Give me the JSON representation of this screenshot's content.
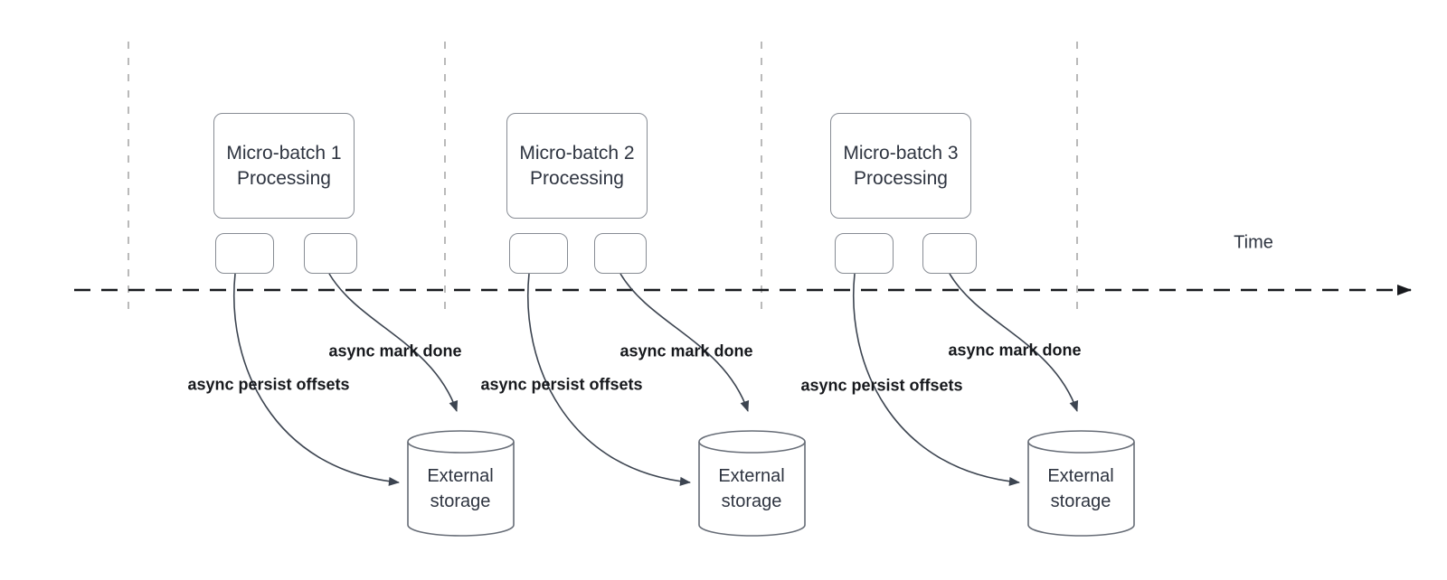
{
  "diagram": {
    "time_label": "Time",
    "groups": [
      {
        "batch": "Micro-batch 1 Processing",
        "persist": "async persist offsets",
        "done": "async mark done",
        "storage": "External storage"
      },
      {
        "batch": "Micro-batch 2 Processing",
        "persist": "async persist offsets",
        "done": "async mark done",
        "storage": "External storage"
      },
      {
        "batch": "Micro-batch 3 Processing",
        "persist": "async persist offsets",
        "done": "async mark done",
        "storage": "External storage"
      }
    ]
  },
  "colors": {
    "edge": "#3c4450",
    "timeline": "#17191d",
    "box_border": "#878c94",
    "cyl_border": "#666c76",
    "guide_line": "#a8a8a8",
    "node_text": "#2e3440",
    "label_text": "#17191d"
  }
}
